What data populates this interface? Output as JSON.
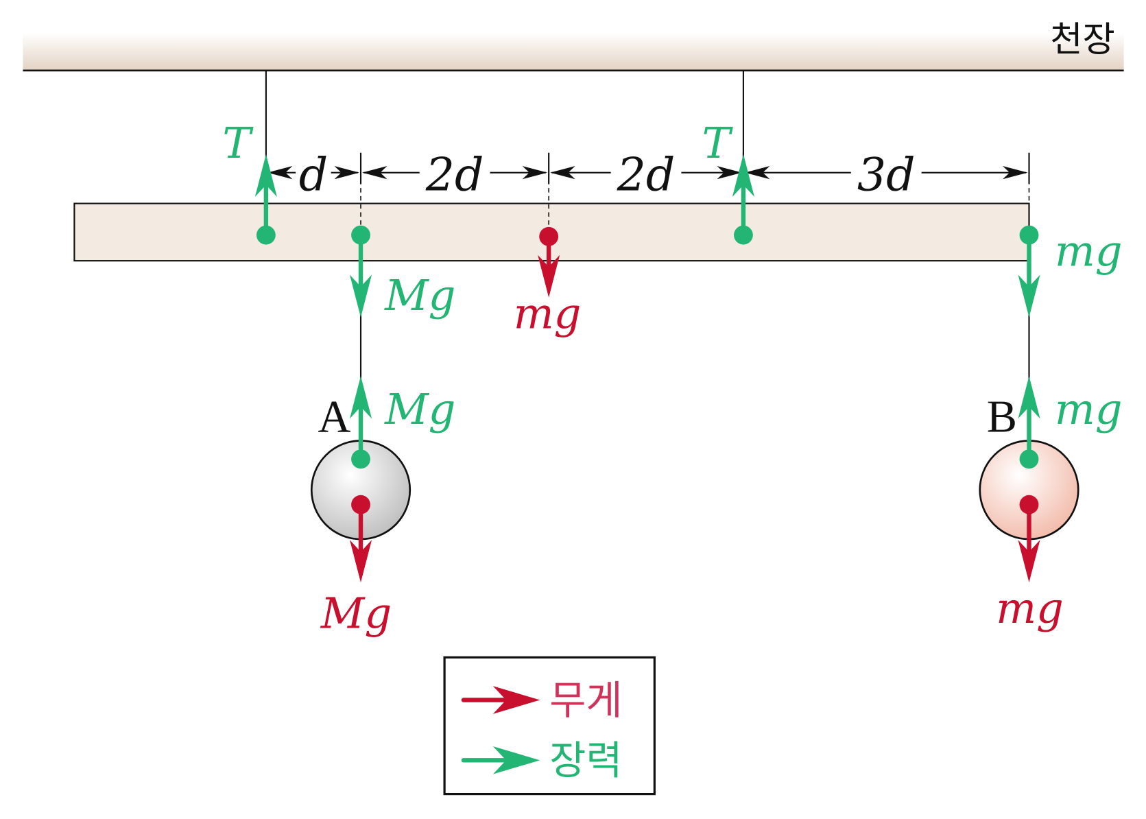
{
  "ceiling_label": "천장",
  "dimensions": [
    "d",
    "2d",
    "2d",
    "3d"
  ],
  "labels": {
    "tension_left": "T",
    "tension_right": "T",
    "rope_a_on_bar": "Mg",
    "rope_b_on_bar": "mg",
    "bar_weight": "mg",
    "rope_a_on_ball": "Mg",
    "rope_b_on_ball": "mg",
    "ball_a_weight": "Mg",
    "ball_b_weight": "mg",
    "ball_a": "A",
    "ball_b": "B"
  },
  "legend": {
    "weight": "무게",
    "tension": "장력"
  },
  "colors": {
    "weight": "#c8102e",
    "tension": "#23b573",
    "weight_text": "#d0335a",
    "bar": "#f3ebe2"
  }
}
